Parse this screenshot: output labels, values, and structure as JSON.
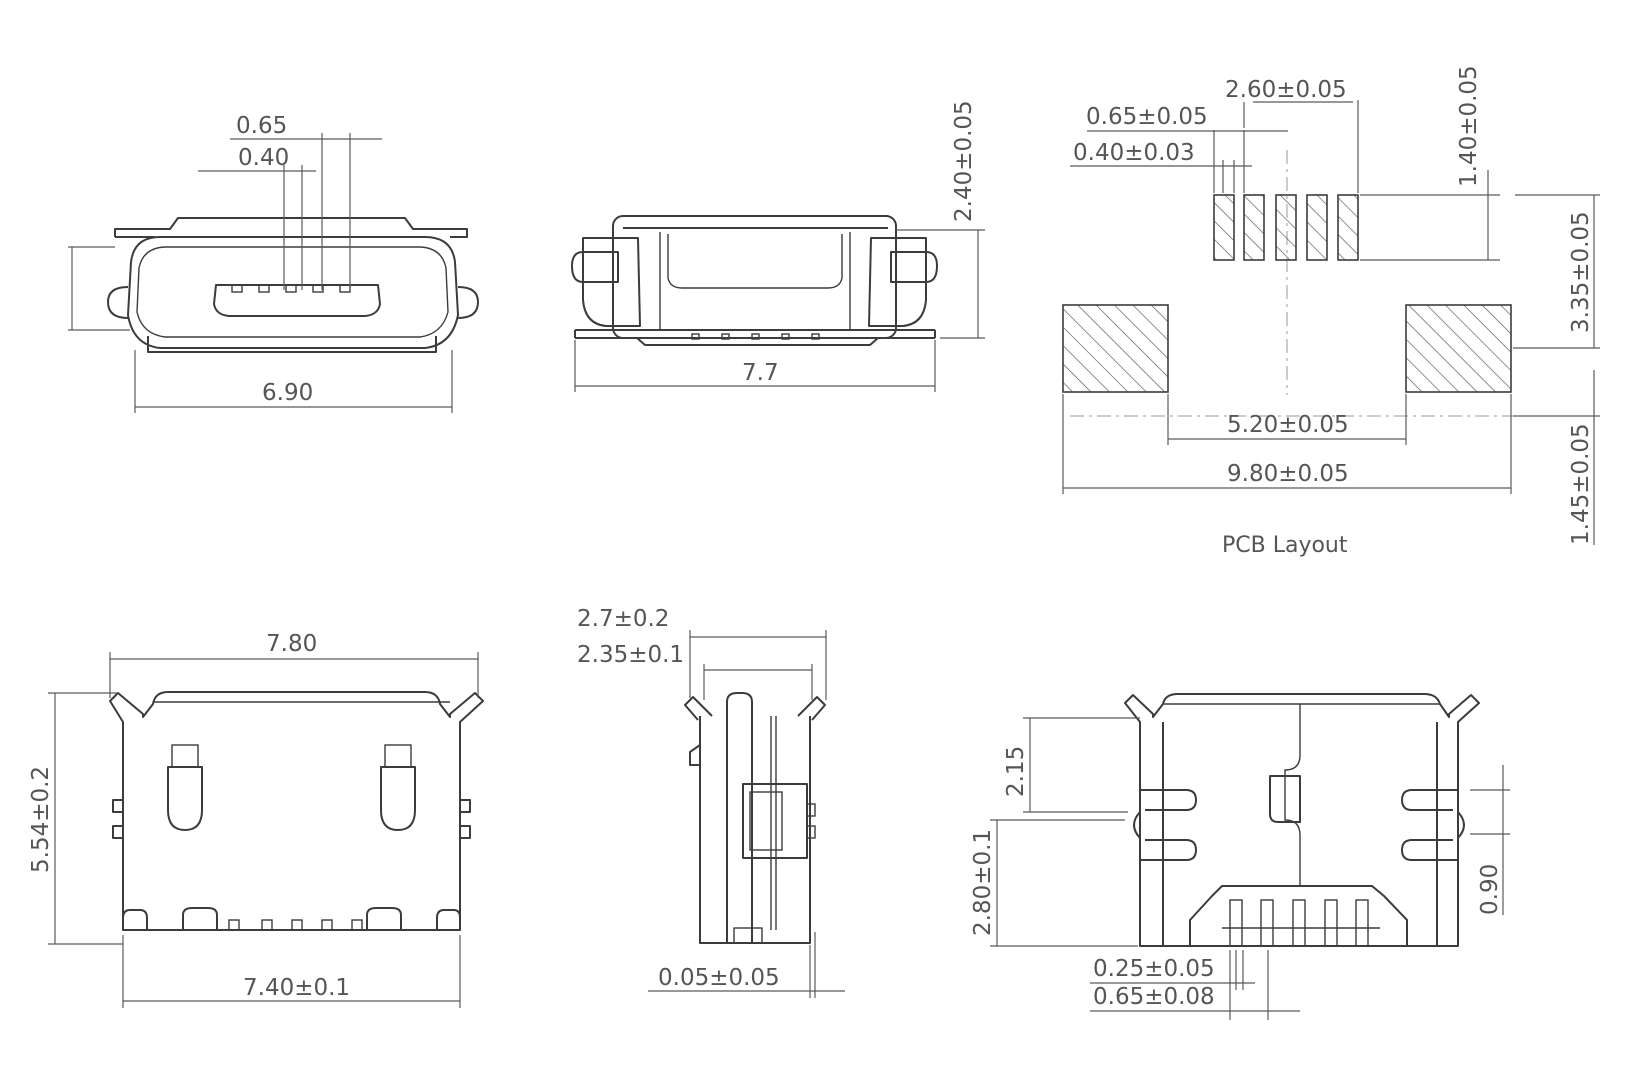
{
  "views": {
    "front": {
      "dims": {
        "pin_pitch": "0.65",
        "pin_width": "0.40",
        "width": "6.90"
      }
    },
    "top_side": {
      "dims": {
        "height": "2.40±0.05",
        "length": "7.7"
      }
    },
    "pcb": {
      "label": "PCB Layout",
      "dims": {
        "pad_pitch": "0.65±0.05",
        "pad_width": "0.40±0.03",
        "signal_span": "2.60±0.05",
        "pad_length": "1.40±0.05",
        "row_offset": "3.35±0.05",
        "anchor_gap": "5.20±0.05",
        "anchor_span": "9.80±0.05",
        "anchor_height": "1.45±0.05"
      }
    },
    "bottom": {
      "dims": {
        "width": "7.80",
        "depth": "5.54±0.2",
        "foot_span": "7.40±0.1"
      }
    },
    "side": {
      "dims": {
        "overall": "2.7±0.2",
        "body": "2.35±0.1",
        "offset": "0.05±0.05"
      }
    },
    "rear": {
      "dims": {
        "tab_pos": "2.15",
        "tab_height": "2.80±0.1",
        "tab_width": "0.90",
        "lead_width": "0.25±0.05",
        "lead_pitch": "0.65±0.08"
      }
    }
  }
}
